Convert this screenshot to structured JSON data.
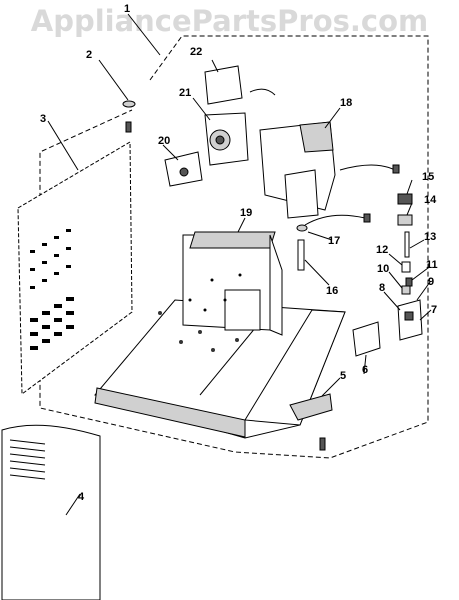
{
  "watermark": "AppliancePartsPros.com",
  "callouts": [
    "1",
    "2",
    "3",
    "4",
    "5",
    "6",
    "7",
    "8",
    "9",
    "10",
    "11",
    "12",
    "13",
    "14",
    "15",
    "16",
    "17",
    "18",
    "19",
    "20",
    "21",
    "22"
  ]
}
